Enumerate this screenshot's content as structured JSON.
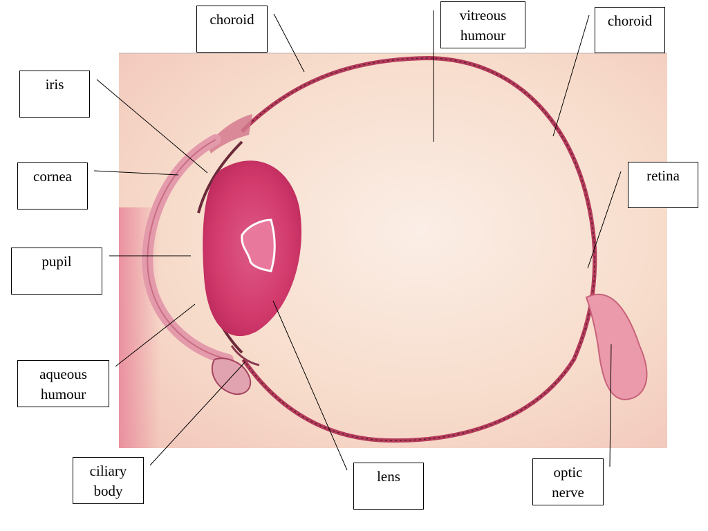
{
  "labels": {
    "choroid_top": "choroid",
    "vitreous_humour": [
      "vitreous",
      "humour"
    ],
    "choroid_right": "choroid",
    "iris": "iris",
    "cornea": "cornea",
    "retina": "retina",
    "pupil": "pupil",
    "aqueous_humour": [
      "aqueous",
      "humour"
    ],
    "ciliary_body": [
      "ciliary",
      "body"
    ],
    "lens": "lens",
    "optic_nerve": [
      "optic",
      "nerve"
    ]
  },
  "colors": {
    "background": "#ffffff",
    "specimen_background": "#f7dccb",
    "tissue": "#c9506f",
    "lens": "#d13a6c",
    "leader_line": "#000000"
  }
}
